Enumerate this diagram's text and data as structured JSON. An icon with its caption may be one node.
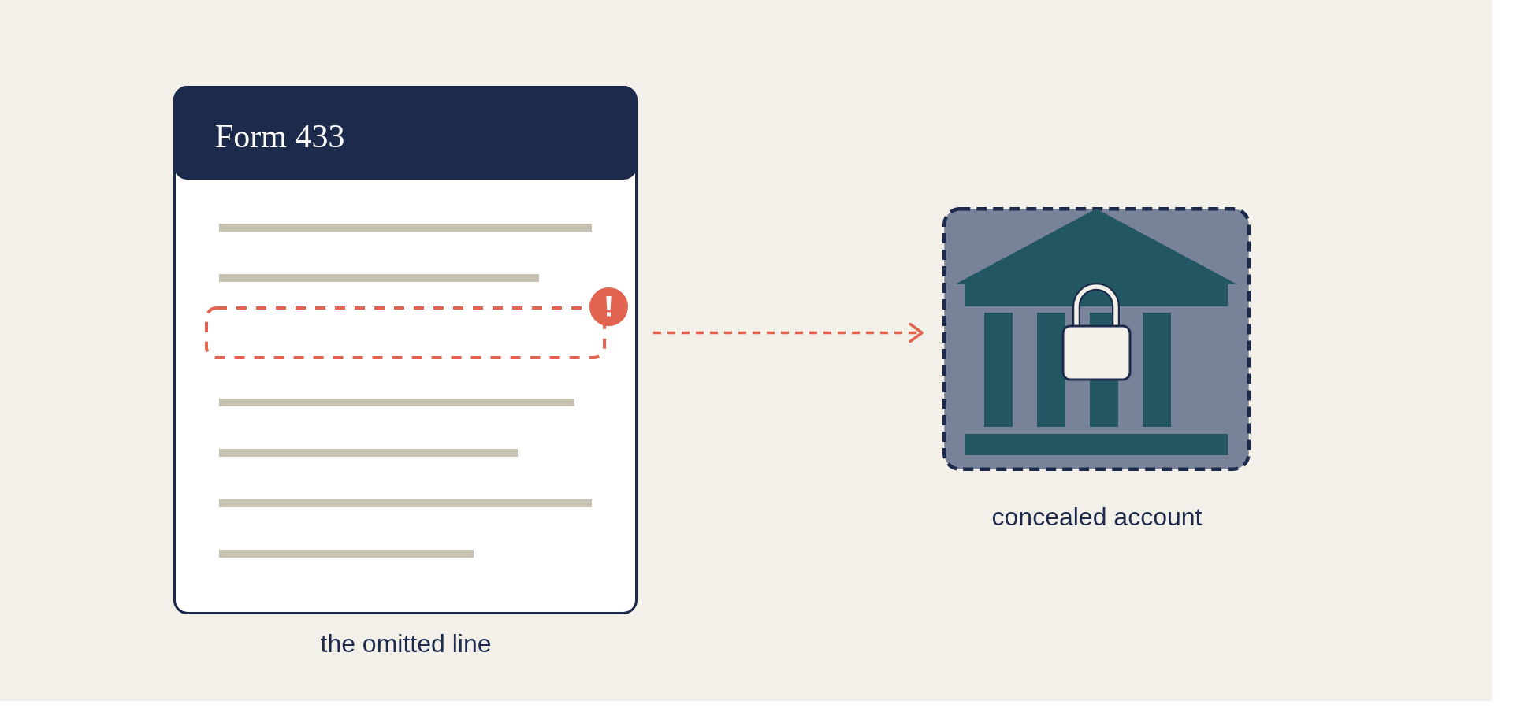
{
  "diagram": {
    "nodes": [
      {
        "text": [
          "Form 433"
        ],
        "beside": [
          "the omitted line"
        ]
      },
      {
        "text": [],
        "shape": "box",
        "in": 0
      },
      {
        "text": [],
        "shape": "box",
        "beside": [
          "concealed account"
        ]
      }
    ],
    "edges": [
      {
        "from": 1,
        "to": 2,
        "arrow": "to",
        "style": "dashed",
        "color": "#e2634f"
      }
    ]
  }
}
